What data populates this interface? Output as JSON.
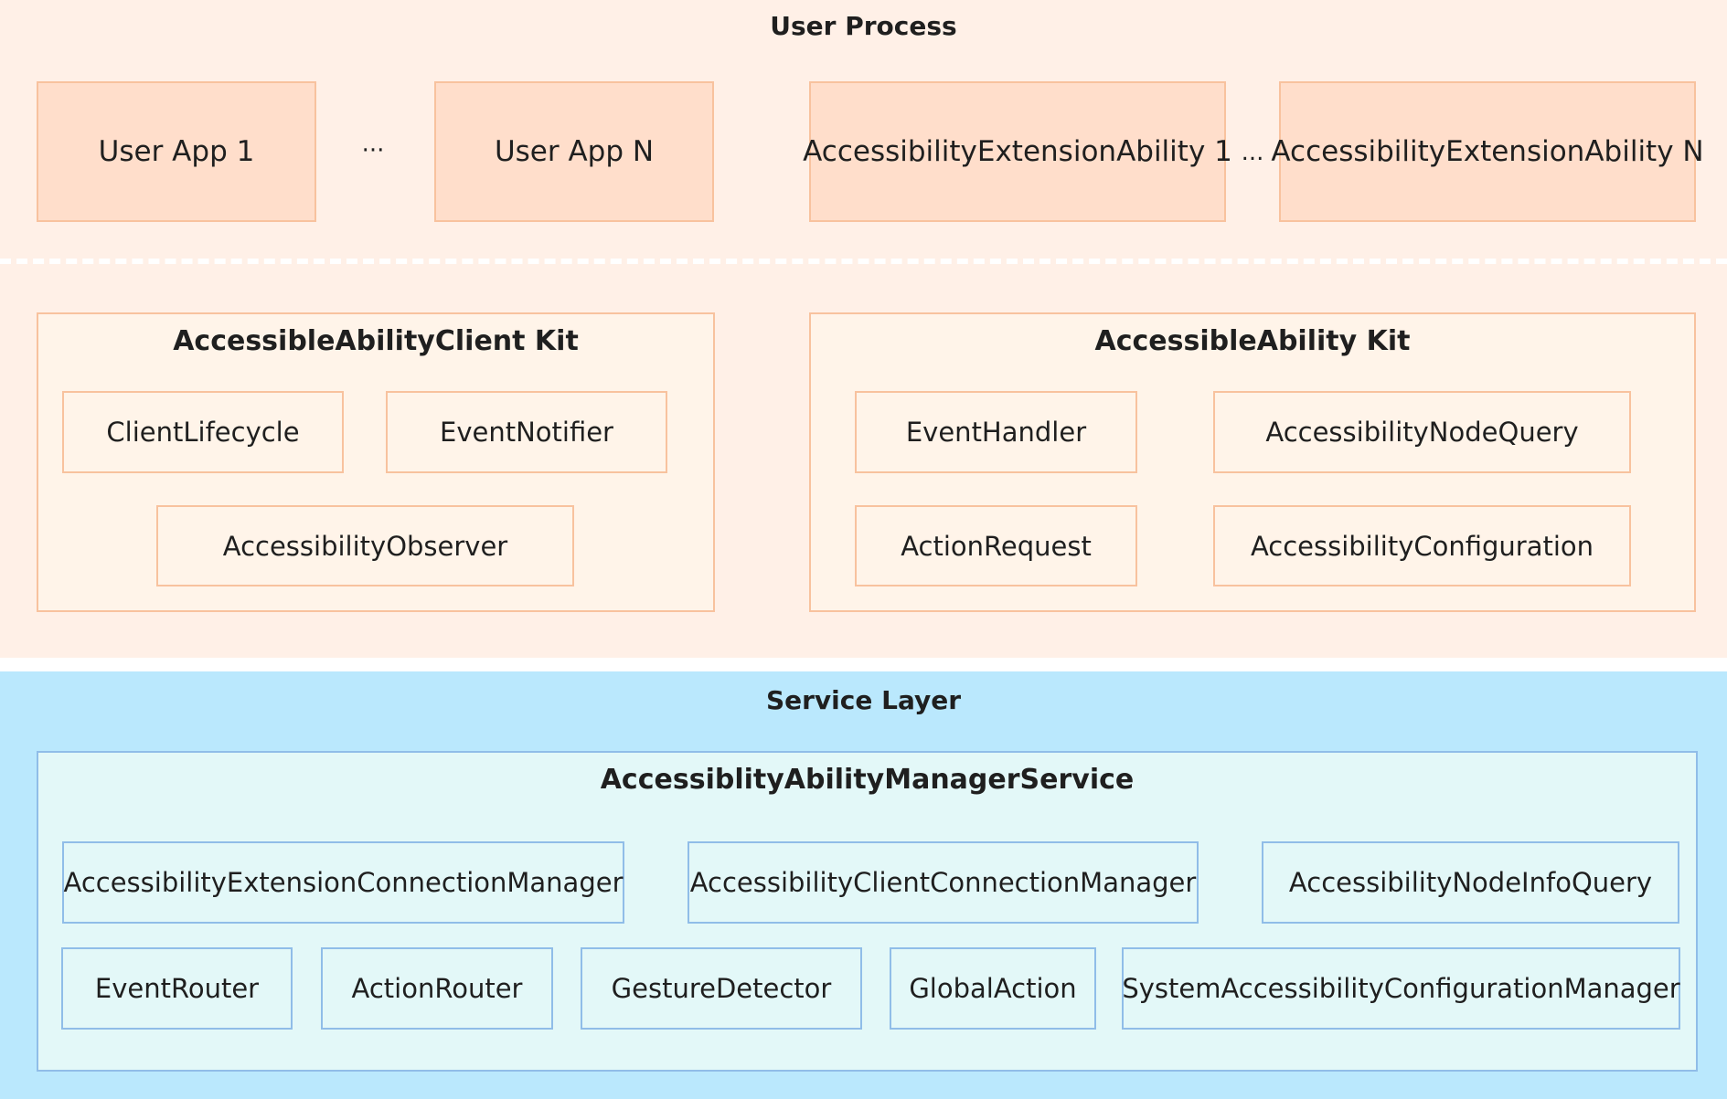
{
  "user_layer": {
    "title": "User Process",
    "apps": [
      "User App 1",
      "User App N",
      "AccessibilityExtensionAbility 1",
      "AccessibilityExtensionAbility N"
    ],
    "ellipsis_1": "···",
    "ellipsis_2": "..."
  },
  "client_kit": {
    "title": "AccessibleAbilityClient Kit",
    "items": [
      "ClientLifecycle",
      "EventNotifier",
      "AccessibilityObserver"
    ]
  },
  "ability_kit": {
    "title": "AccessibleAbility Kit",
    "items": [
      "EventHandler",
      "AccessibilityNodeQuery",
      "ActionRequest",
      "AccessibilityConfiguration"
    ]
  },
  "service_layer": {
    "title": "Service Layer",
    "manager": {
      "title": "AccessiblityAbilityManagerService",
      "items": [
        "AccessibilityExtensionConnectionManager",
        "AccessibilityClientConnectionManager",
        "AccessibilityNodeInfoQuery",
        "EventRouter",
        "ActionRouter",
        "GestureDetector",
        "GlobalAction",
        "SystemAccessibilityConfigurationManager"
      ]
    }
  },
  "colors": {
    "user_band": "#fff0e7",
    "service_band": "#bae8fd",
    "app_fill": "#ffdecb",
    "orange_border": "#f8c29e",
    "blue_border": "#90bde8"
  }
}
